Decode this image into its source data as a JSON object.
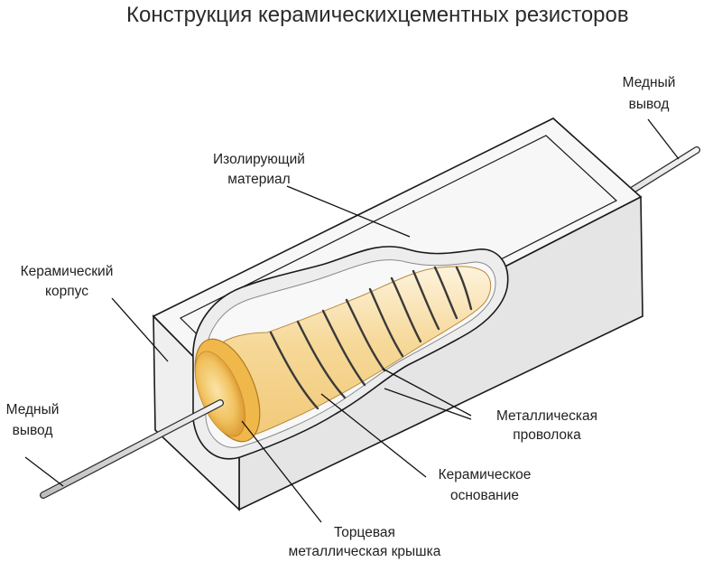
{
  "title": "Конструкция керамическихцементных резисторов",
  "labels": {
    "lead_right": [
      "Медный",
      "вывод"
    ],
    "insulating_material": [
      "Изолирующий",
      "материал"
    ],
    "ceramic_body": [
      "Керамический",
      "корпус"
    ],
    "lead_left": [
      "Медный",
      "вывод"
    ],
    "metal_wire": [
      "Металлическая",
      "проволока"
    ],
    "ceramic_base": [
      "Керамическое",
      "основание"
    ],
    "end_cap": [
      "Торцевая",
      "металлическая крышка"
    ]
  },
  "colors": {
    "ceramic_face": "#f2f2f2",
    "ceramic_side": "#e4e4e4",
    "ceramic_top": "#f7f7f7",
    "outline": "#1a1a1a",
    "core": "#f6d898",
    "end_cap": "#e8a93a",
    "wire": "#3a3a3a",
    "lead": "#d6d6d6"
  }
}
